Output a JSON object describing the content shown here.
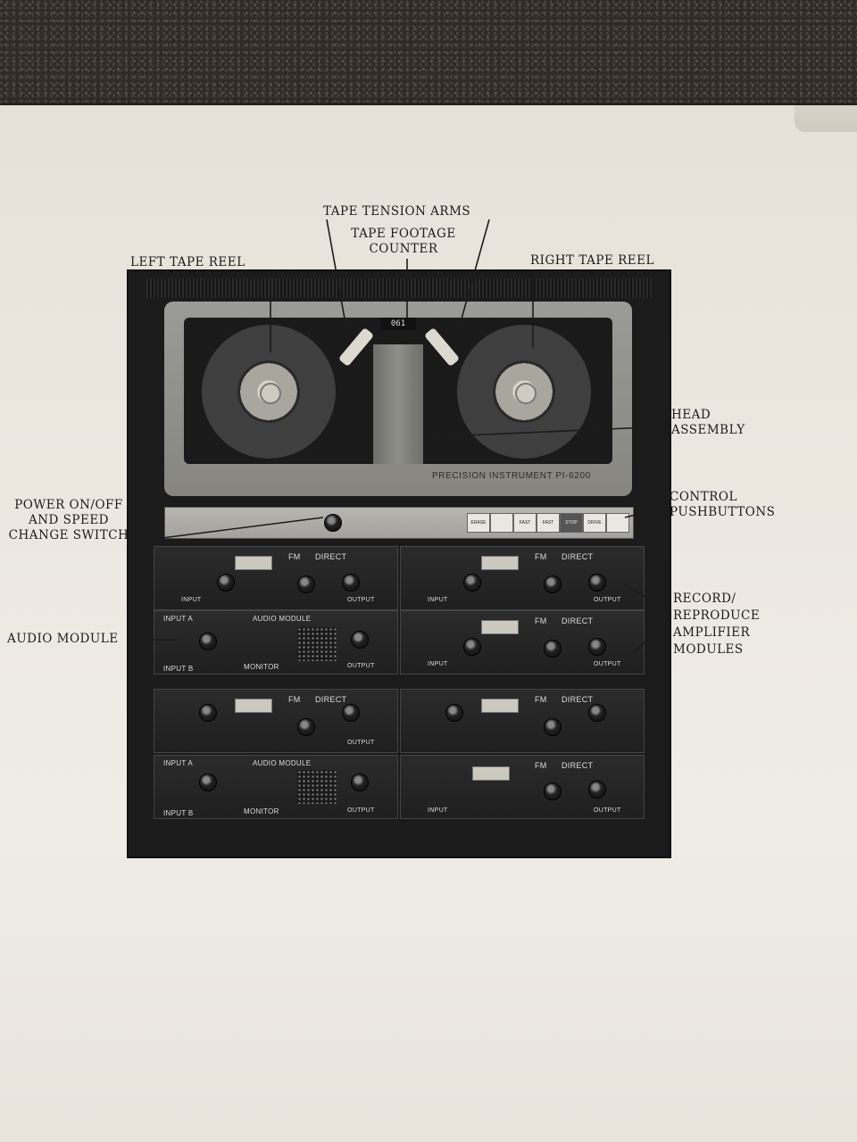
{
  "callouts": {
    "tape_tension_arms": "TAPE TENSION ARMS",
    "tape_footage_counter": "TAPE FOOTAGE COUNTER",
    "left_tape_reel": "LEFT TAPE REEL",
    "right_tape_reel": "RIGHT TAPE REEL",
    "head_assembly": "HEAD ASSEMBLY",
    "power_switch": "POWER ON/OFF AND SPEED CHANGE SWITCH",
    "control_pushbuttons": "CONTROL PUSHBUTTONS",
    "audio_module": "AUDIO MODULE",
    "record_reproduce": "RECORD/ REPRODUCE AMPLIFIER MODULES"
  },
  "device": {
    "brand": "PRECISION INSTRUMENT PI-6200",
    "counter": "061",
    "pushbuttons": [
      "ERASE",
      "",
      "FAST",
      "FAST",
      "STOP",
      "DRIVE",
      ""
    ]
  },
  "module_labels": {
    "fm": "FM",
    "direct": "DIRECT",
    "input": "INPUT",
    "output": "OUTPUT",
    "input_a": "INPUT A",
    "input_b": "INPUT B",
    "audio_module": "AUDIO MODULE",
    "monitor": "MONITOR"
  }
}
